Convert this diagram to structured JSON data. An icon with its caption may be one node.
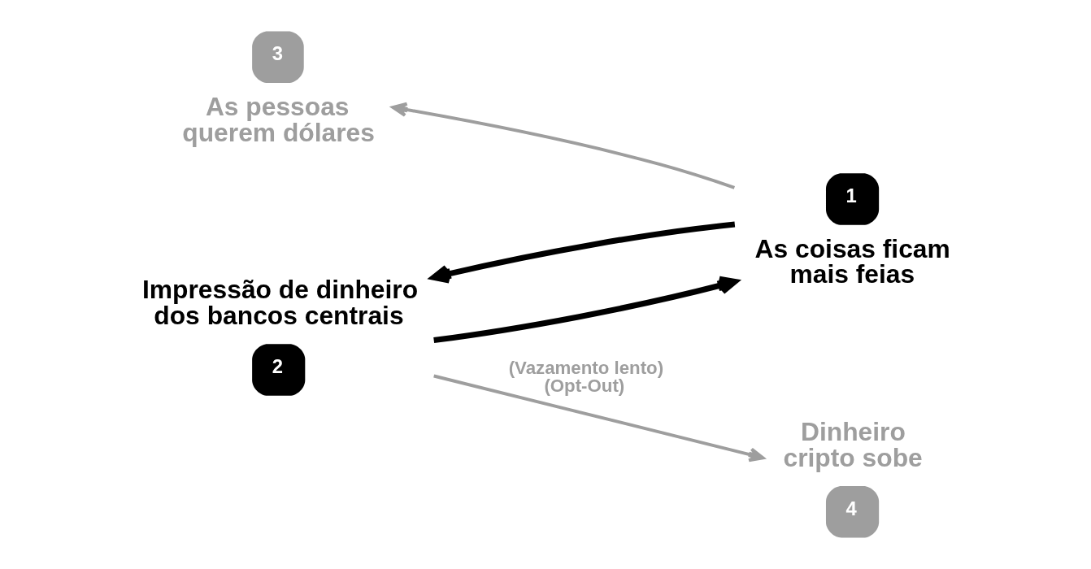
{
  "diagram": {
    "nodes": [
      {
        "text": [
          "3",
          "As pessoas querem dólares"
        ]
      },
      {
        "text": [
          "1",
          "As coisas ficam mais feias"
        ]
      },
      {
        "text": [
          "Impressão de dinheiro dos bancos centrais",
          "2"
        ]
      },
      {
        "text": [
          "Dinheiro cripto sobe",
          "4"
        ]
      }
    ],
    "edges": [
      {
        "from": 1,
        "to": 2,
        "arrow": "to",
        "style": "thick"
      },
      {
        "from": 2,
        "to": 1,
        "arrow": "to",
        "style": "thick"
      },
      {
        "from": 1,
        "to": 0,
        "arrow": "to",
        "color": "#9e9e9e"
      },
      {
        "from": 2,
        "to": 3,
        "arrow": "to",
        "color": "#9e9e9e",
        "label": "(Vazamento lento) (Opt-Out)"
      }
    ]
  }
}
